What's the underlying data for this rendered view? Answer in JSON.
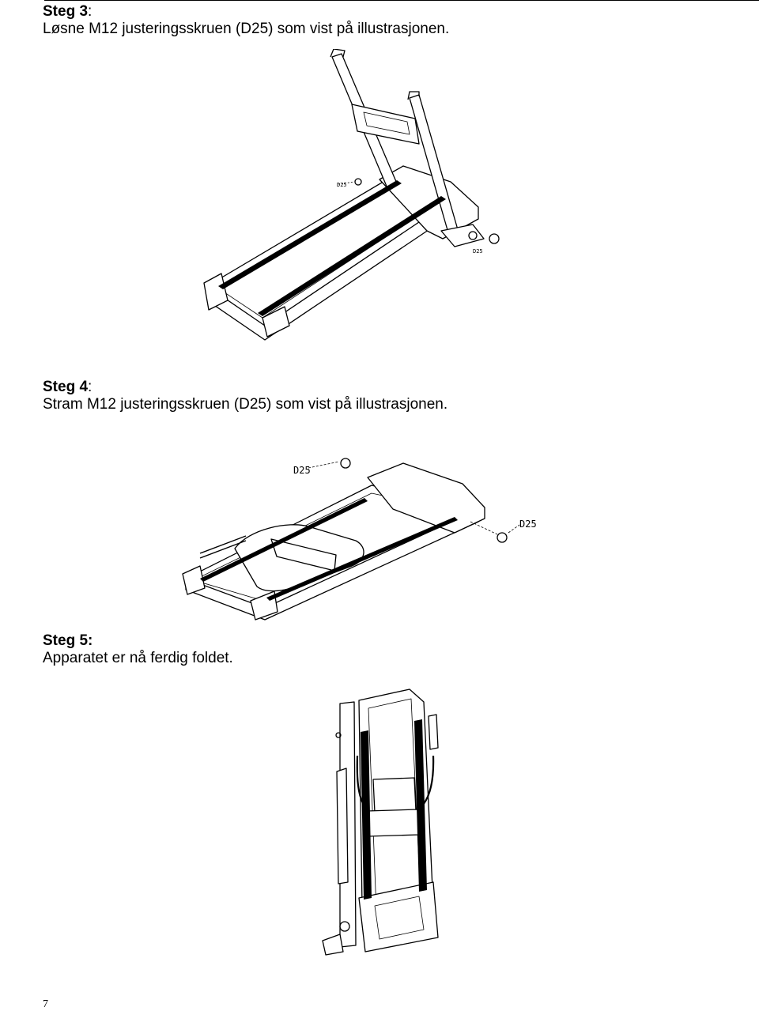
{
  "steps": [
    {
      "title": "Steg 3",
      "colon": ":",
      "text": "Løsne M12 justeringsskruen (D25) som vist på illustrasjonen."
    },
    {
      "title": "Steg 4",
      "colon": ":",
      "text": "Stram M12 justeringsskruen (D25) som vist på illustrasjonen."
    },
    {
      "title": "Steg 5:",
      "colon": "",
      "text": "Apparatet er nå ferdig foldet."
    }
  ],
  "figures": {
    "fig1": {
      "callouts": [
        "D25",
        "D25"
      ]
    },
    "fig2": {
      "callouts": [
        "D25",
        "D25"
      ]
    }
  },
  "page_number": "7"
}
